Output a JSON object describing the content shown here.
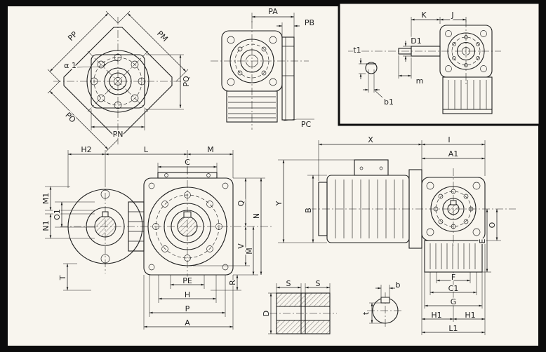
{
  "colors": {
    "paper": "#f8f5ee",
    "ink": "#1e1e1e",
    "frame": "#0c0c0c"
  },
  "views": {
    "flange_mounting": {
      "labels": {
        "pp": "PP",
        "pm": "PM",
        "alpha1": "α 1",
        "pq": "PQ",
        "po": "PO",
        "pn": "PN"
      }
    },
    "front_view": {
      "labels": {
        "pa": "PA",
        "pb": "PB",
        "pc": "PC"
      }
    },
    "shaft_detail": {
      "labels": {
        "k": "K",
        "j": "J",
        "t1": "t1",
        "d1": "D1",
        "m": "m",
        "b1": "b1"
      }
    },
    "side_view": {
      "labels": {
        "h2": "H2",
        "l": "L",
        "m_top": "M",
        "c": "C",
        "m1": "M1",
        "o1": "O1",
        "n1": "N1",
        "t": "T",
        "q": "Q",
        "n": "N",
        "v": "V",
        "m_right": "M",
        "r": "R",
        "pe": "PE",
        "h": "H",
        "p": "P",
        "a": "A"
      }
    },
    "motor_assembly": {
      "labels": {
        "x": "X",
        "i": "I",
        "a1": "A1",
        "y": "Y",
        "b": "B",
        "e": "E",
        "o": "O",
        "f": "F",
        "c1": "C1",
        "g": "G",
        "h1_left": "H1",
        "h1_right": "H1",
        "l1": "L1"
      }
    },
    "coupling_section": {
      "labels": {
        "s_left": "S",
        "s_right": "S",
        "d": "D"
      }
    },
    "key_section": {
      "labels": {
        "b": "b",
        "t": "t"
      }
    }
  }
}
